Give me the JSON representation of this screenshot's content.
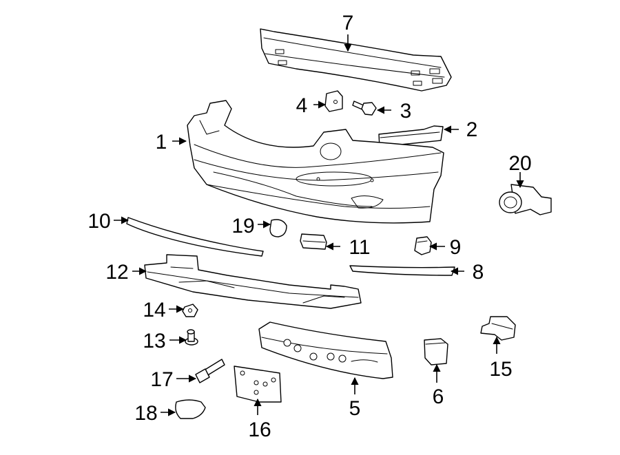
{
  "callouts": {
    "p1": "1",
    "p2": "2",
    "p3": "3",
    "p4": "4",
    "p5": "5",
    "p6": "6",
    "p7": "7",
    "p8": "8",
    "p9": "9",
    "p10": "10",
    "p11": "11",
    "p12": "12",
    "p13": "13",
    "p14": "14",
    "p15": "15",
    "p16": "16",
    "p17": "17",
    "p18": "18",
    "p19": "19",
    "p20": "20"
  },
  "colors": {
    "line": "#000000",
    "background": "#ffffff"
  }
}
